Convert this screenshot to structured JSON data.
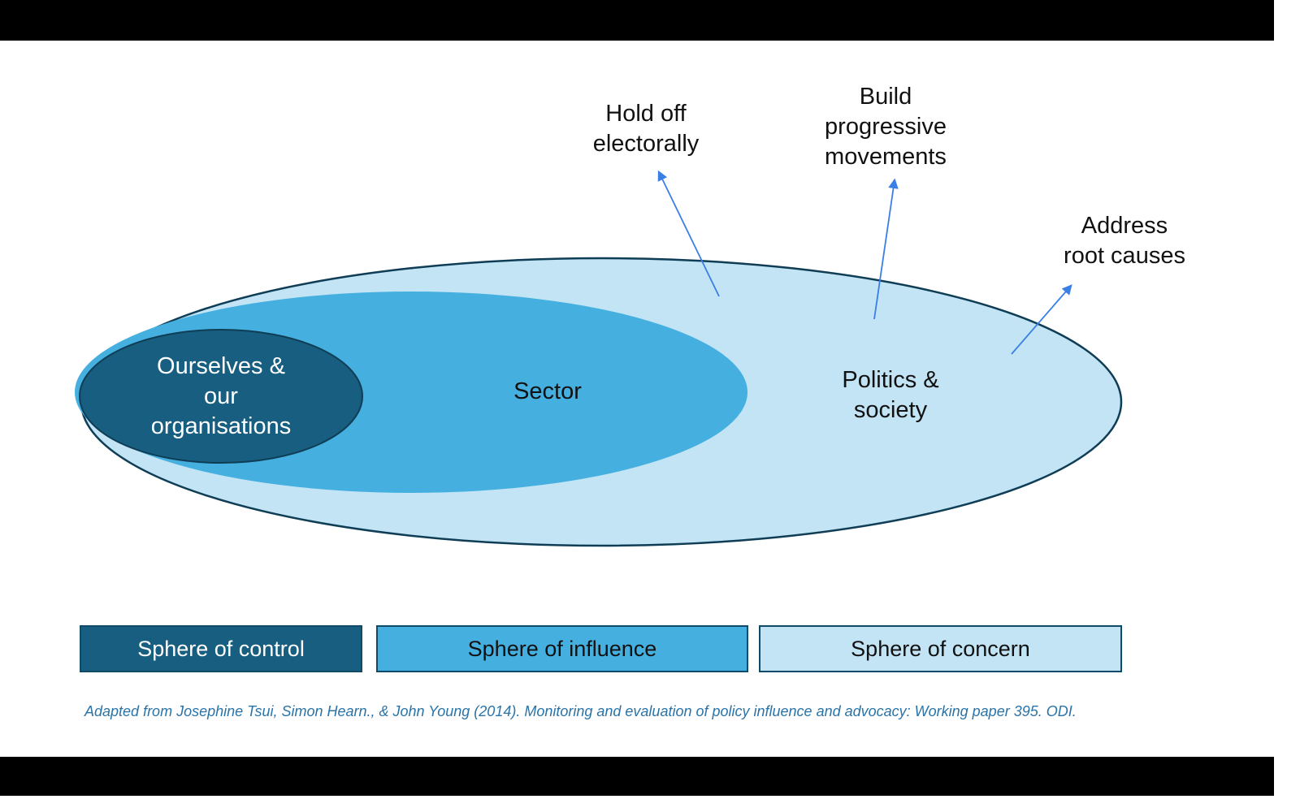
{
  "colors": {
    "control": "#175e80",
    "influence": "#45b0e0",
    "concern": "#c2e4f4",
    "outline": "#0f3d55",
    "arrow": "#3a7fe6",
    "citation": "#2a74a8"
  },
  "spheres": {
    "control": "Ourselves & our organisations",
    "control_lines": [
      "Ourselves &",
      "our",
      "organisations"
    ],
    "influence": "Sector",
    "concern_lines": [
      "Politics &",
      "society"
    ]
  },
  "outcomes": [
    {
      "lines": [
        "Hold off",
        "electorally"
      ]
    },
    {
      "lines": [
        "Build",
        "progressive",
        "movements"
      ]
    },
    {
      "lines": [
        "Address",
        "root causes"
      ]
    }
  ],
  "legend": [
    {
      "label": "Sphere of control"
    },
    {
      "label": "Sphere of influence"
    },
    {
      "label": "Sphere of concern"
    }
  ],
  "citation": "Adapted from Josephine Tsui, Simon Hearn., & John Young (2014). Monitoring and evaluation of policy influence and advocacy: Working paper 395. ODI."
}
